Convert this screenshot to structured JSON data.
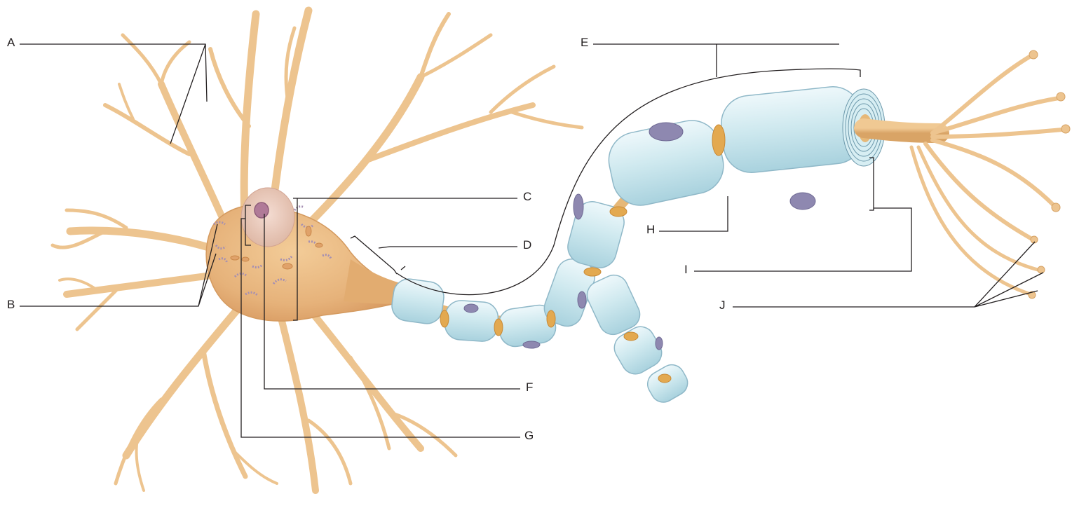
{
  "labels": {
    "a": "A",
    "b": "B",
    "c": "C",
    "d": "D",
    "e": "E",
    "f": "F",
    "g": "G",
    "h": "H",
    "i": "I",
    "j": "J"
  },
  "colors": {
    "background": "#ffffff",
    "leader_line": "#231f20",
    "cell_body": "#e8b57a",
    "dendrite": "#edc48f",
    "dendrite_outline": "#c9935a",
    "nucleus": "#e9c9b8",
    "nucleolus": "#b07a98",
    "organelle": "#a58fb2",
    "myelin": "#cfe9ef",
    "myelin_outline": "#8fb8c8",
    "schwann_nucleus": "#8e88b0",
    "node_of_ranvier": "#e3a950",
    "axon_core": "#e6b878"
  }
}
